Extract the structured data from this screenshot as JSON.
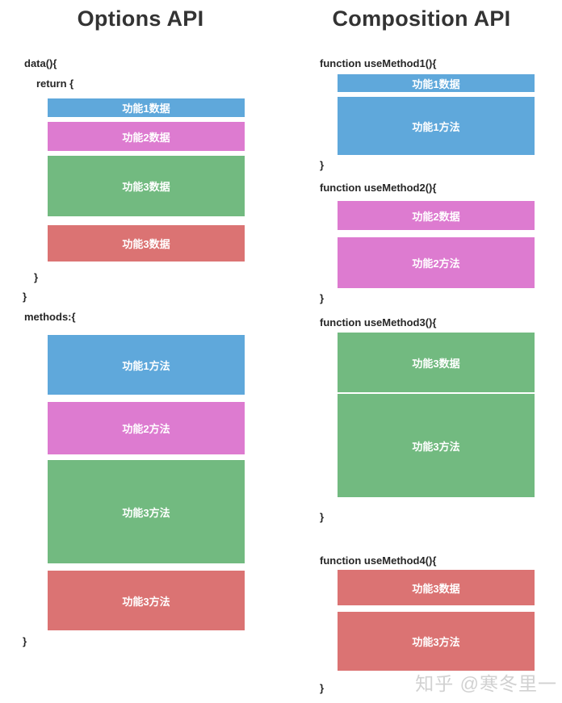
{
  "colors": {
    "blue": "#5fa8db",
    "pink": "#dd7bd0",
    "green": "#72ba80",
    "red": "#db7373",
    "title_text": "#333333",
    "code_text": "#262626",
    "block_text": "#ffffff",
    "watermark_text": "#c9c9c9"
  },
  "left": {
    "title": "Options API",
    "code": {
      "data_open": "data(){",
      "return_open": "return {",
      "return_close": "}",
      "data_close": "}",
      "methods_open": "methods:{",
      "methods_close": "}"
    },
    "data_blocks": [
      {
        "label": "功能1数据",
        "color": "#5fa8db"
      },
      {
        "label": "功能2数据",
        "color": "#dd7bd0"
      },
      {
        "label": "功能3数据",
        "color": "#72ba80"
      },
      {
        "label": "功能3数据",
        "color": "#db7373"
      }
    ],
    "method_blocks": [
      {
        "label": "功能1方法",
        "color": "#5fa8db"
      },
      {
        "label": "功能2方法",
        "color": "#dd7bd0"
      },
      {
        "label": "功能3方法",
        "color": "#72ba80"
      },
      {
        "label": "功能3方法",
        "color": "#db7373"
      }
    ]
  },
  "right": {
    "title": "Composition API",
    "functions": [
      {
        "signature": "function useMethod1(){",
        "close": "}",
        "data_label": "功能1数据",
        "method_label": "功能1方法",
        "color": "#5fa8db"
      },
      {
        "signature": "function useMethod2(){",
        "close": "}",
        "data_label": "功能2数据",
        "method_label": "功能2方法",
        "color": "#dd7bd0"
      },
      {
        "signature": "function useMethod3(){",
        "close": "}",
        "data_label": "功能3数据",
        "method_label": "功能3方法",
        "color": "#72ba80"
      },
      {
        "signature": "function useMethod4(){",
        "close": "}",
        "data_label": "功能3数据",
        "method_label": "功能3方法",
        "color": "#db7373"
      }
    ]
  },
  "watermark": {
    "text": "知乎 @寒冬里一",
    "color": "#c9c9c9"
  }
}
